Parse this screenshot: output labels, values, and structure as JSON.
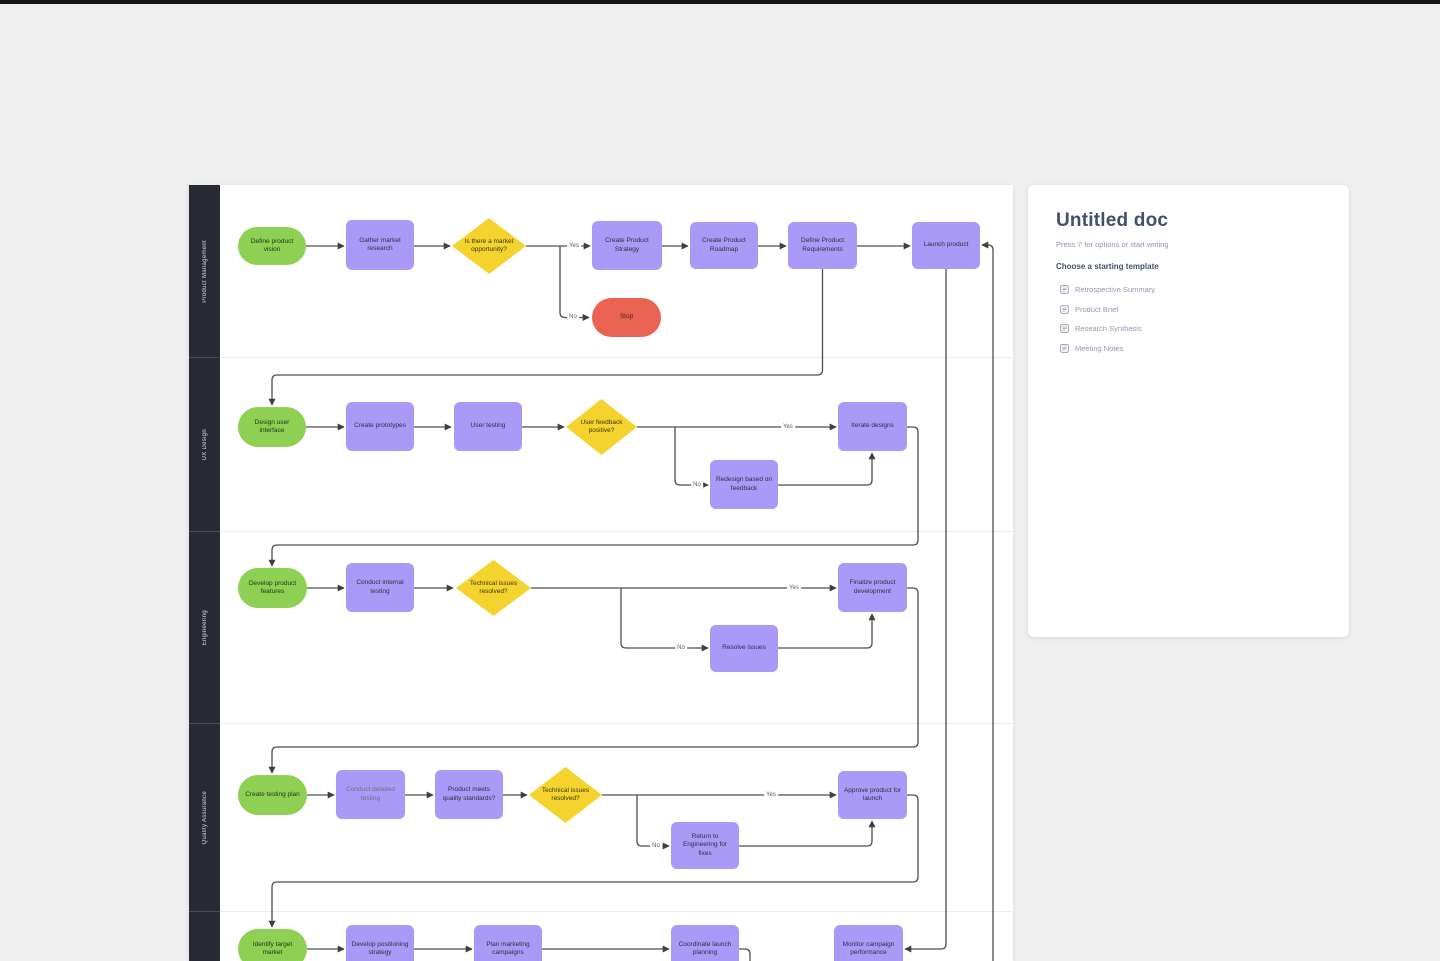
{
  "panel": {
    "title": "Untitled doc",
    "hint": "Press '/' for options or start writing",
    "templates_heading": "Choose a starting template",
    "templates": [
      {
        "label": "Retrospective Summary"
      },
      {
        "label": "Product Brief"
      },
      {
        "label": "Research Synthesis"
      },
      {
        "label": "Meeting Notes"
      }
    ]
  },
  "diagram": {
    "lanes": [
      {
        "label": "Product Management"
      },
      {
        "label": "UX Design"
      },
      {
        "label": "Engineering"
      },
      {
        "label": "Quality Assurance"
      },
      {
        "label": ""
      }
    ],
    "edge_labels": {
      "yes": "Yes",
      "no": "No"
    },
    "colors": {
      "start_node": "#8ed053",
      "process_node": "#a99af8",
      "decision_node": "#f5d32e",
      "stop_node": "#ea6352",
      "lane_strip": "#282a33",
      "connector": "#4f4f4f"
    },
    "nodes": {
      "define_product_vision": {
        "label": "Define product vision",
        "type": "start"
      },
      "gather_market_research": {
        "label": "Gather market research",
        "type": "process"
      },
      "market_opportunity": {
        "label": "Is there a market opportunity?",
        "type": "decision"
      },
      "create_product_strategy": {
        "label": "Create Product Strategy",
        "type": "process"
      },
      "stop": {
        "label": "Stop",
        "type": "stop"
      },
      "create_product_roadmap": {
        "label": "Create Product Roadmap",
        "type": "process"
      },
      "define_product_requirements": {
        "label": "Define Product Requirements",
        "type": "process"
      },
      "launch_product": {
        "label": "Launch product",
        "type": "process"
      },
      "design_user_interface": {
        "label": "Design user interface",
        "type": "start"
      },
      "create_prototypes": {
        "label": "Create prototypes",
        "type": "process"
      },
      "user_testing": {
        "label": "User testing",
        "type": "process"
      },
      "user_feedback_positive": {
        "label": "User feedback positive?",
        "type": "decision"
      },
      "iterate_designs": {
        "label": "Iterate designs",
        "type": "process"
      },
      "redesign_based_on_feedback": {
        "label": "Redesign based on feedback",
        "type": "process"
      },
      "develop_product_features": {
        "label": "Develop product features",
        "type": "start"
      },
      "conduct_internal_testing": {
        "label": "Conduct internal testing",
        "type": "process"
      },
      "technical_issues_resolved_eng": {
        "label": "Technical issues resolved?",
        "type": "decision"
      },
      "finalize_product_development": {
        "label": "Finalize product development",
        "type": "process"
      },
      "resolve_issues": {
        "label": "Resolve issues",
        "type": "process"
      },
      "create_testing_plan": {
        "label": "Create testing plan",
        "type": "start"
      },
      "conduct_detailed_testing": {
        "label": "Conduct detailed testing",
        "type": "process"
      },
      "product_meets_quality_standards": {
        "label": "Product meets quality standards?",
        "type": "process"
      },
      "technical_issues_resolved_qa": {
        "label": "Technical issues resolved?",
        "type": "decision"
      },
      "approve_product_for_launch": {
        "label": "Approve product for launch",
        "type": "process"
      },
      "return_to_engineering_for_fixes": {
        "label": "Return to Engineering for fixes",
        "type": "process"
      },
      "identify_target_market": {
        "label": "Identify target market",
        "type": "start"
      },
      "develop_positioning_strategy": {
        "label": "Develop positioning strategy",
        "type": "process"
      },
      "plan_marketing_campaigns": {
        "label": "Plan marketing campaigns",
        "type": "process"
      },
      "coordinate_launch_planning": {
        "label": "Coordinate launch planning",
        "type": "process"
      },
      "monitor_campaign_performance": {
        "label": "Monitor campaign performance",
        "type": "process"
      }
    }
  }
}
